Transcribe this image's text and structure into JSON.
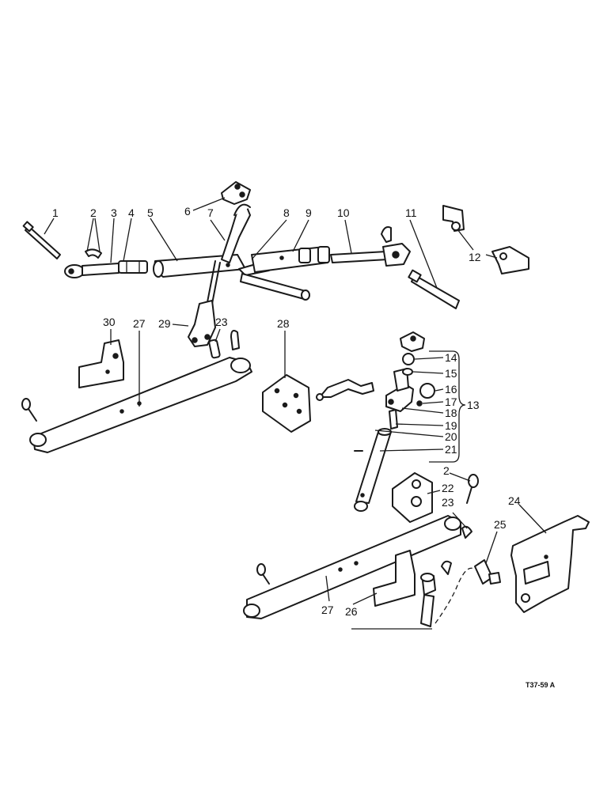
{
  "callouts": {
    "c1": "1",
    "c2a": "2",
    "c2b": "2",
    "c3": "3",
    "c4": "4",
    "c5": "5",
    "c6": "6",
    "c7": "7",
    "c8": "8",
    "c9": "9",
    "c10": "10",
    "c11": "11",
    "c12": "12",
    "c13": "13",
    "c14": "14",
    "c15": "15",
    "c16": "16",
    "c17": "17",
    "c18": "18",
    "c19": "19",
    "c20": "20",
    "c21": "21",
    "c22": "22",
    "c23a": "23",
    "c23b": "23",
    "c24": "24",
    "c25": "25",
    "c26": "26",
    "c27a": "27",
    "c27b": "27",
    "c28": "28",
    "c29": "29",
    "c30": "30"
  },
  "reference_code": "T37-59 A"
}
